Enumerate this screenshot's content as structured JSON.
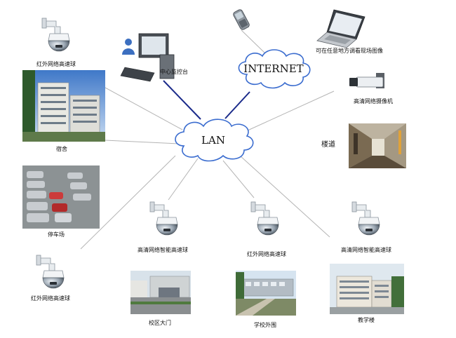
{
  "clouds": {
    "internet": "INTERNET",
    "lan": "LAN"
  },
  "labels": {
    "control_room": "中心监控台",
    "remote_view": "可在任意地方调看现场图像",
    "hd_camera": "高清网络摄像机",
    "corridor": "楼道",
    "ir_dome_top": "红外网络高速球",
    "dormitory": "宿舍",
    "parking": "停车场",
    "ir_dome_bottom": "红外网络高速球",
    "smart_dome_left": "高清网络智能高速球",
    "campus_gate": "校区大门",
    "ir_dome_center": "红外网络高速球",
    "campus_perimeter": "学校外围",
    "smart_dome_right": "高清网络智能高速球",
    "teaching_building": "教学楼"
  },
  "colors": {
    "lan_link": "#1a2a8a",
    "camera_link": "#b4b4b4",
    "cloud_stroke": "#3a6ccf"
  }
}
